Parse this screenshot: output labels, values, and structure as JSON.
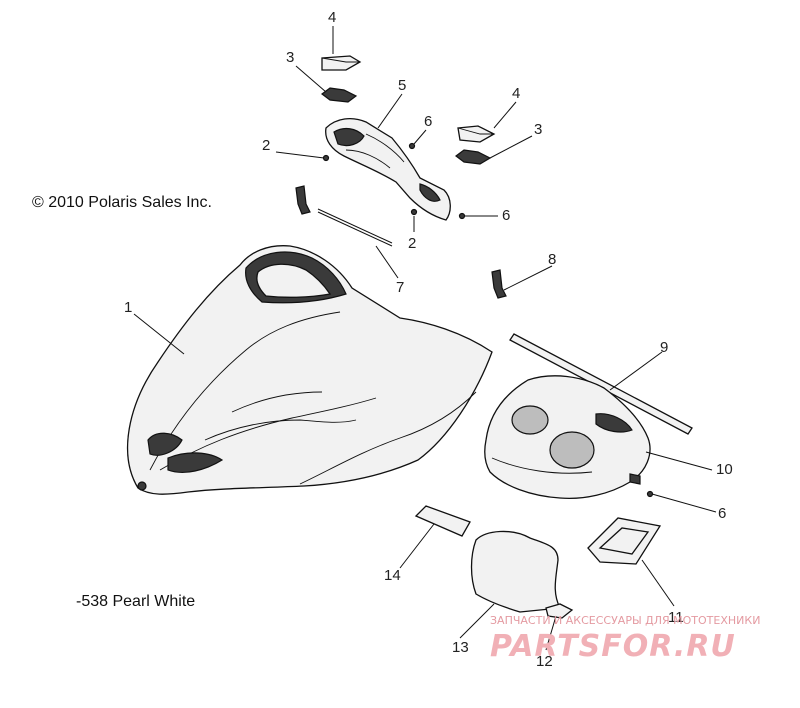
{
  "copyright": "© 2010 Polaris Sales Inc.",
  "color_note": "-538 Pearl White",
  "watermark": {
    "tagline": "ЗАПЧАСТИ И АКСЕССУАРЫ ДЛЯ МОТОТЕХНИКИ",
    "logo": "PARTSFOR.RU"
  },
  "callouts": {
    "c1": "1",
    "c2a": "2",
    "c2b": "2",
    "c3a": "3",
    "c3b": "3",
    "c4a": "4",
    "c4b": "4",
    "c5": "5",
    "c6a": "6",
    "c6b": "6",
    "c6c": "6",
    "c7": "7",
    "c8": "8",
    "c9": "9",
    "c10": "10",
    "c11": "11",
    "c12": "12",
    "c13": "13",
    "c14": "14"
  },
  "colors": {
    "line": "#111111",
    "watermark": "#f1b0b6"
  }
}
